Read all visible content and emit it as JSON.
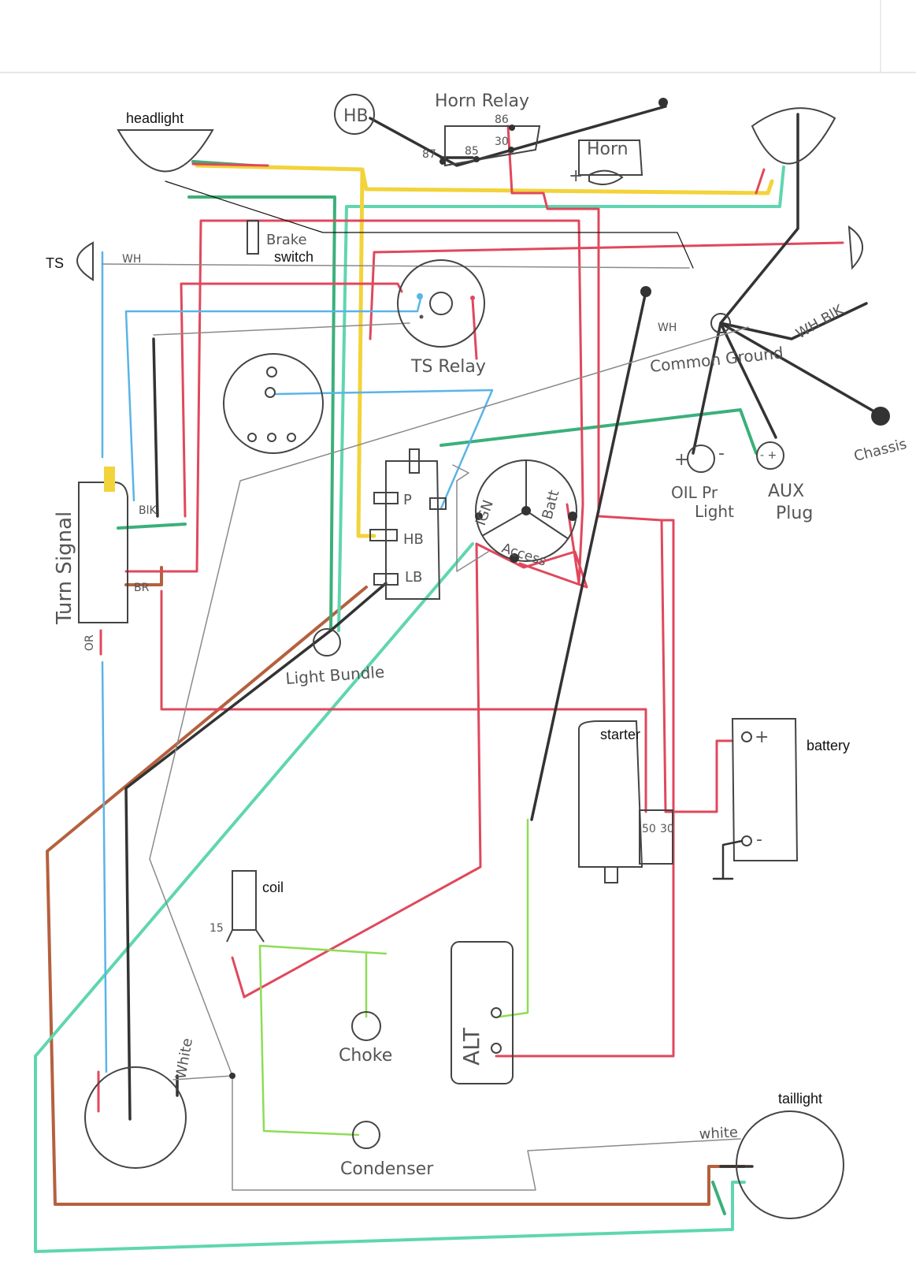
{
  "labels": {
    "headlight": "headlight",
    "horn_relay": "Horn Relay",
    "hb": "HB",
    "relay_86": "86",
    "relay_87": "87",
    "relay_85": "85",
    "relay_30": "30",
    "horn": "Horn",
    "horn_plus": "+",
    "brake_switch_1": "Brake",
    "brake_switch_2": "switch",
    "ts": "TS",
    "wh_1": "WH",
    "ts_relay": "TS Relay",
    "wh_2": "WH",
    "common_ground": "Common Ground",
    "wh_blk": "WH BlK",
    "chassis": "Chassis",
    "oil_plus": "+",
    "oil_minus": "-",
    "oil_pr_light_1": "OIL Pr",
    "oil_pr_light_2": "Light",
    "aux_minus": "- +",
    "aux_plug_1": "AUX",
    "aux_plug_2": "Plug",
    "turn_signal": "Turn Signal",
    "blk": "BlK",
    "br": "BR",
    "or": "OR",
    "sw_p": "P",
    "sw_hb": "HB",
    "sw_lb": "LB",
    "ign": "IGN",
    "batt": "Batt",
    "access": "Access",
    "light_bundle": "Light Bundle",
    "starter": "starter",
    "starter_50": "50",
    "starter_30": "30",
    "battery": "battery",
    "bat_plus": "+",
    "bat_minus": "-",
    "coil": "coil",
    "coil_15": "15",
    "choke": "Choke",
    "alt": "ALT",
    "white_1": "White",
    "condenser": "Condenser",
    "taillight": "taillight",
    "white_2": "white"
  },
  "colors": {
    "red": "#e0485c",
    "yellow": "#f2d33a",
    "green": "#3bb07a",
    "teal": "#5fd6b0",
    "blue": "#5ab4e6",
    "black": "#333333",
    "gray": "#8a8a8a",
    "brown": "#b5603e",
    "lime": "#8fdc55",
    "pencil": "#4a4a4a"
  }
}
